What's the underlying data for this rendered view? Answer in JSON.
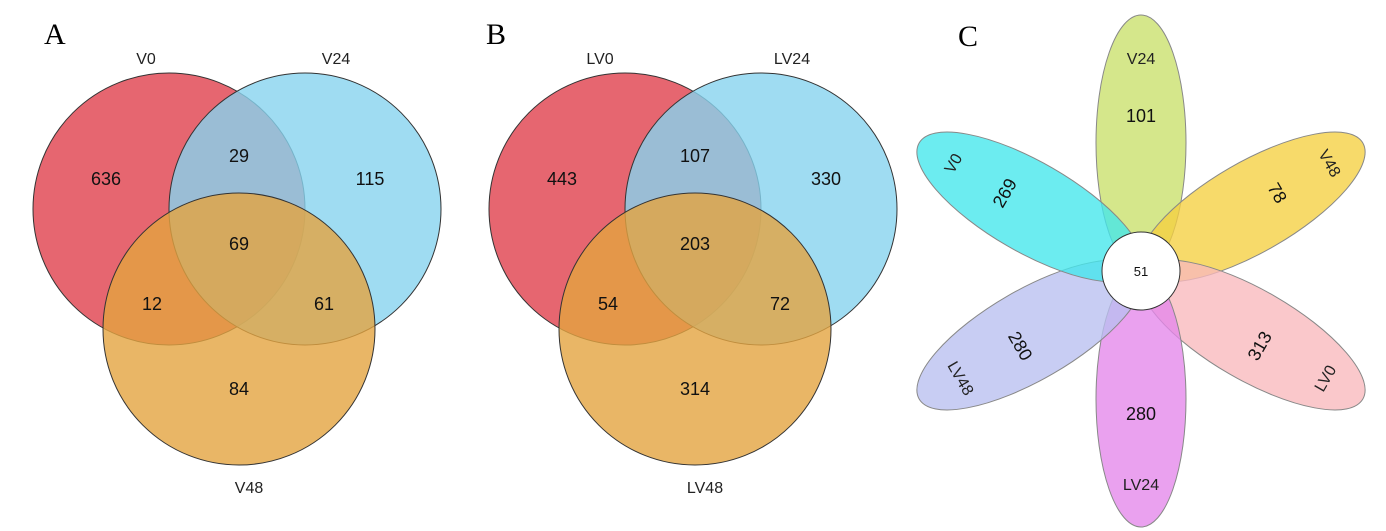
{
  "panels": [
    {
      "letter": "A",
      "sets": [
        "V0",
        "V24",
        "V48"
      ],
      "colors": [
        "#e0404c",
        "#87d3ef",
        "#e3a440"
      ],
      "regions": {
        "only_0": "636",
        "only_1": "115",
        "only_2": "84",
        "r01": "29",
        "r02": "12",
        "r12": "61",
        "r012": "69"
      }
    },
    {
      "letter": "B",
      "sets": [
        "LV0",
        "LV24",
        "LV48"
      ],
      "colors": [
        "#e0404c",
        "#87d3ef",
        "#e3a440"
      ],
      "regions": {
        "only_0": "443",
        "only_1": "330",
        "only_2": "314",
        "r01": "107",
        "r02": "54",
        "r12": "72",
        "r012": "203"
      }
    }
  ],
  "flower": {
    "letter": "C",
    "core": "51",
    "petals": [
      {
        "label": "V24",
        "value": "101",
        "color": "#c9e06a"
      },
      {
        "label": "V48",
        "value": "78",
        "color": "#f5d040"
      },
      {
        "label": "LV0",
        "value": "313",
        "color": "#f9b9bd"
      },
      {
        "label": "LV24",
        "value": "280",
        "color": "#e487ea"
      },
      {
        "label": "LV48",
        "value": "280",
        "color": "#b8bff0"
      },
      {
        "label": "V0",
        "value": "269",
        "color": "#43e7ec"
      }
    ]
  }
}
